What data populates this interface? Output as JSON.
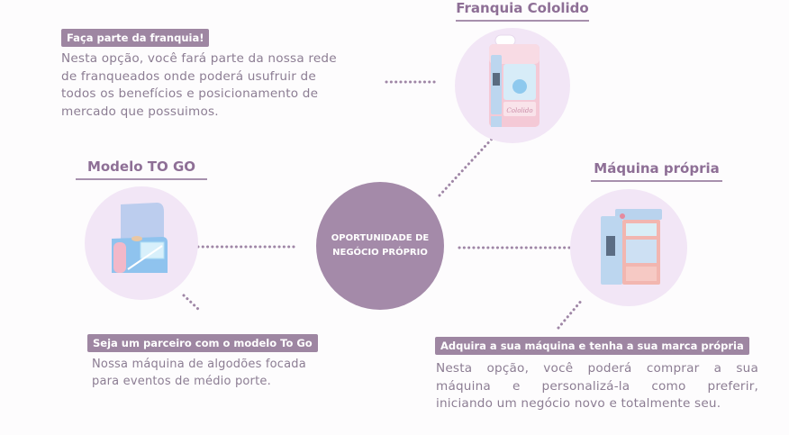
{
  "center": {
    "line1": "OPORTUNIDADE DE",
    "line2": "NEGÓCIO PRÓPRIO"
  },
  "franquia": {
    "heading": "Franquia Cololido",
    "tag": "Faça parte da franquia!",
    "lines": [
      "Nesta opção, você fará parte da nossa rede",
      "de franqueados onde poderá usufruir de",
      "todos os benefícios e posicionamento de",
      "mercado que possuimos."
    ],
    "machine_label": "Cololido"
  },
  "togo": {
    "heading": "Modelo TO GO",
    "tag": "Seja um parceiro com o modelo To Go",
    "lines": [
      "Nossa máquina de algodões focada",
      "para eventos de médio porte."
    ]
  },
  "propria": {
    "heading": "Máquina própria",
    "tag": "Adquira a sua máquina e tenha a sua marca própria",
    "lines": [
      "Nesta opção, você poderá comprar a sua",
      "máquina e personalizá-la como preferir,",
      "iniciando um negócio novo e totalmente seu."
    ]
  },
  "colors": {
    "center_circle": "#a48aa9",
    "light_circle": "#f2e6f6",
    "tag_bg": "#9e86a2",
    "heading": "#8e6f96",
    "dots": "#9f86a6"
  },
  "icons": [
    "franchise-machine-icon",
    "togo-machine-icon",
    "own-machine-icon"
  ]
}
